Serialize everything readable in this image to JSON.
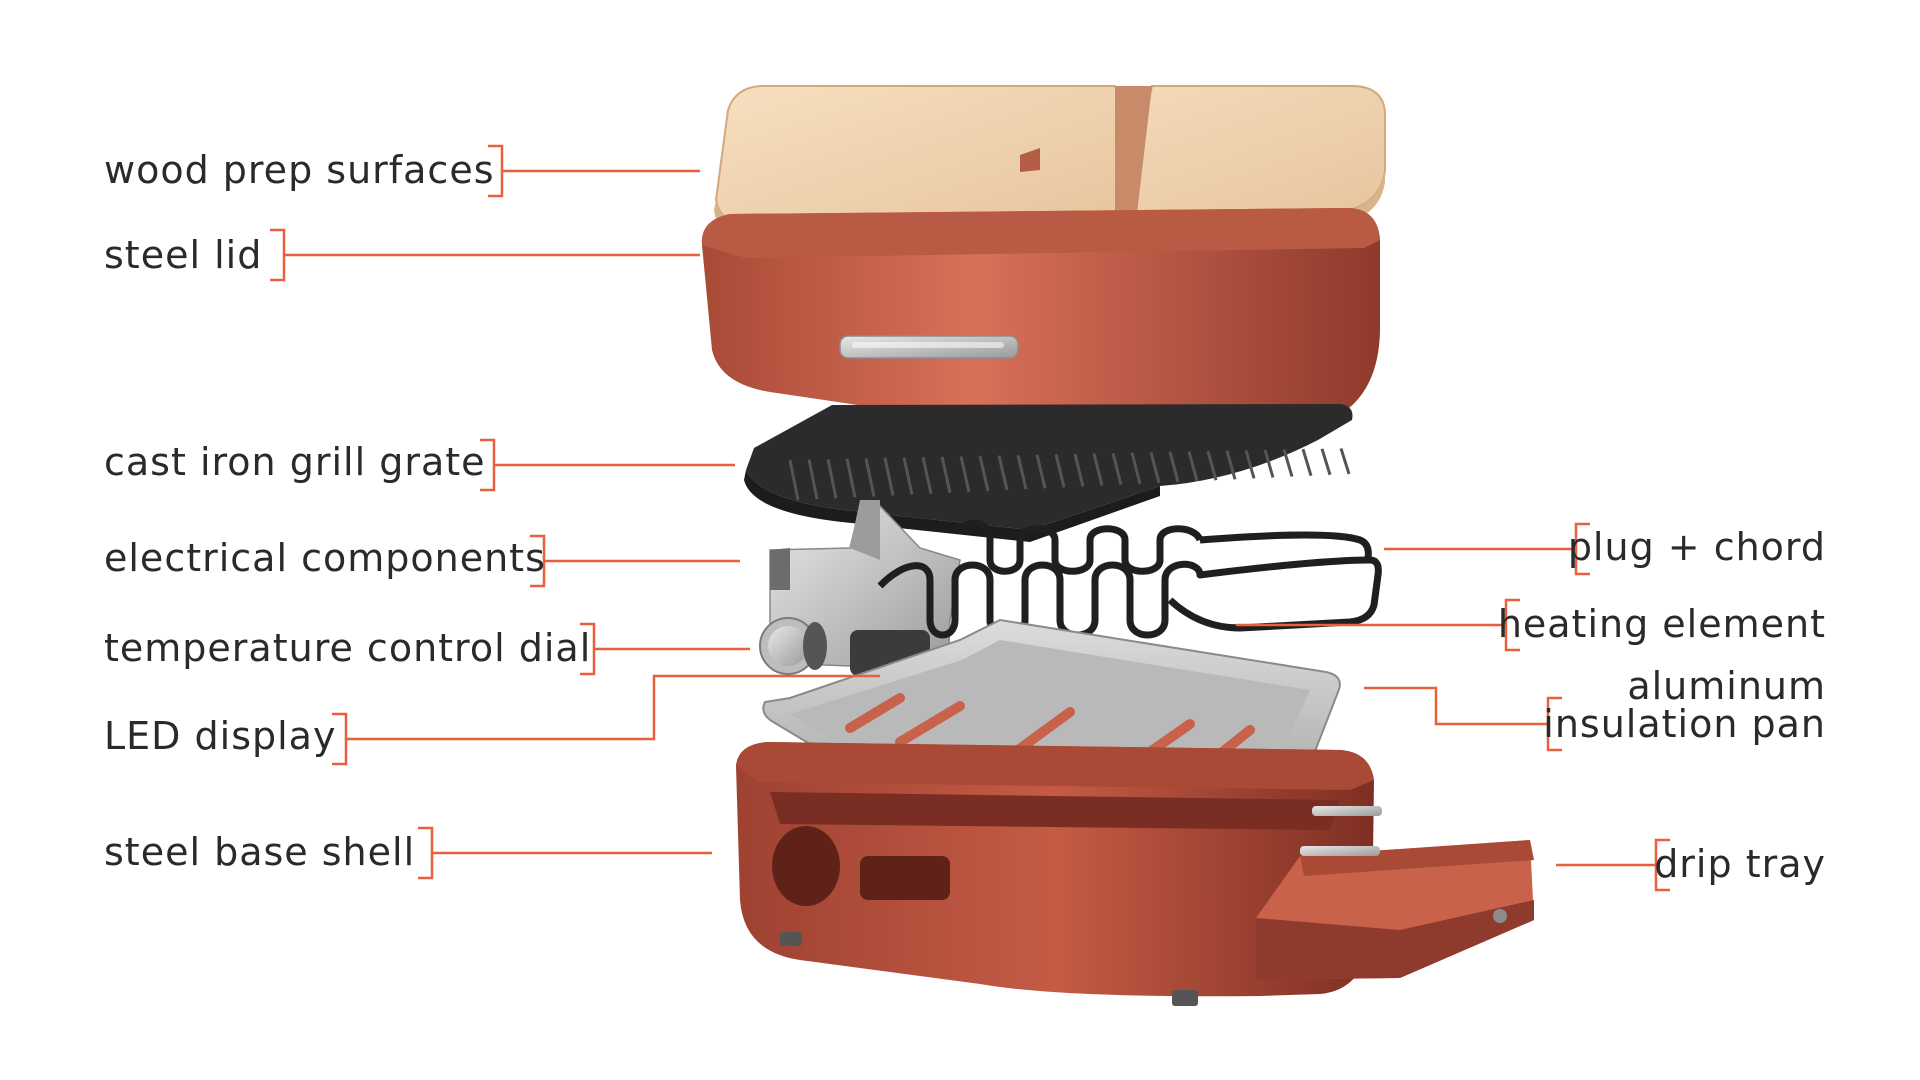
{
  "diagram": {
    "left_labels": [
      {
        "id": "wood-prep-surfaces",
        "text": "wood prep surfaces"
      },
      {
        "id": "steel-lid",
        "text": "steel lid"
      },
      {
        "id": "cast-iron-grill-grate",
        "text": "cast iron grill grate"
      },
      {
        "id": "electrical-components",
        "text": "electrical components"
      },
      {
        "id": "temperature-control-dial",
        "text": "temperature control dial"
      },
      {
        "id": "led-display",
        "text": "LED display"
      },
      {
        "id": "steel-base-shell",
        "text": "steel base shell"
      }
    ],
    "right_labels": [
      {
        "id": "plug-chord",
        "text": "plug + chord"
      },
      {
        "id": "heating-element",
        "text": "heating element"
      },
      {
        "id": "aluminum-insulation-pan-line1",
        "text": "aluminum"
      },
      {
        "id": "aluminum-insulation-pan-line2",
        "text": "insulation pan"
      },
      {
        "id": "drip-tray",
        "text": "drip tray"
      }
    ],
    "colors": {
      "leader": "#e8603c",
      "text": "#2a2a2a",
      "copper": "#c9624a",
      "copper_dark": "#8a3a2a",
      "wood": "#f0d4b0",
      "grate": "#2b2b2b",
      "steel": "#c8c8c8"
    }
  }
}
